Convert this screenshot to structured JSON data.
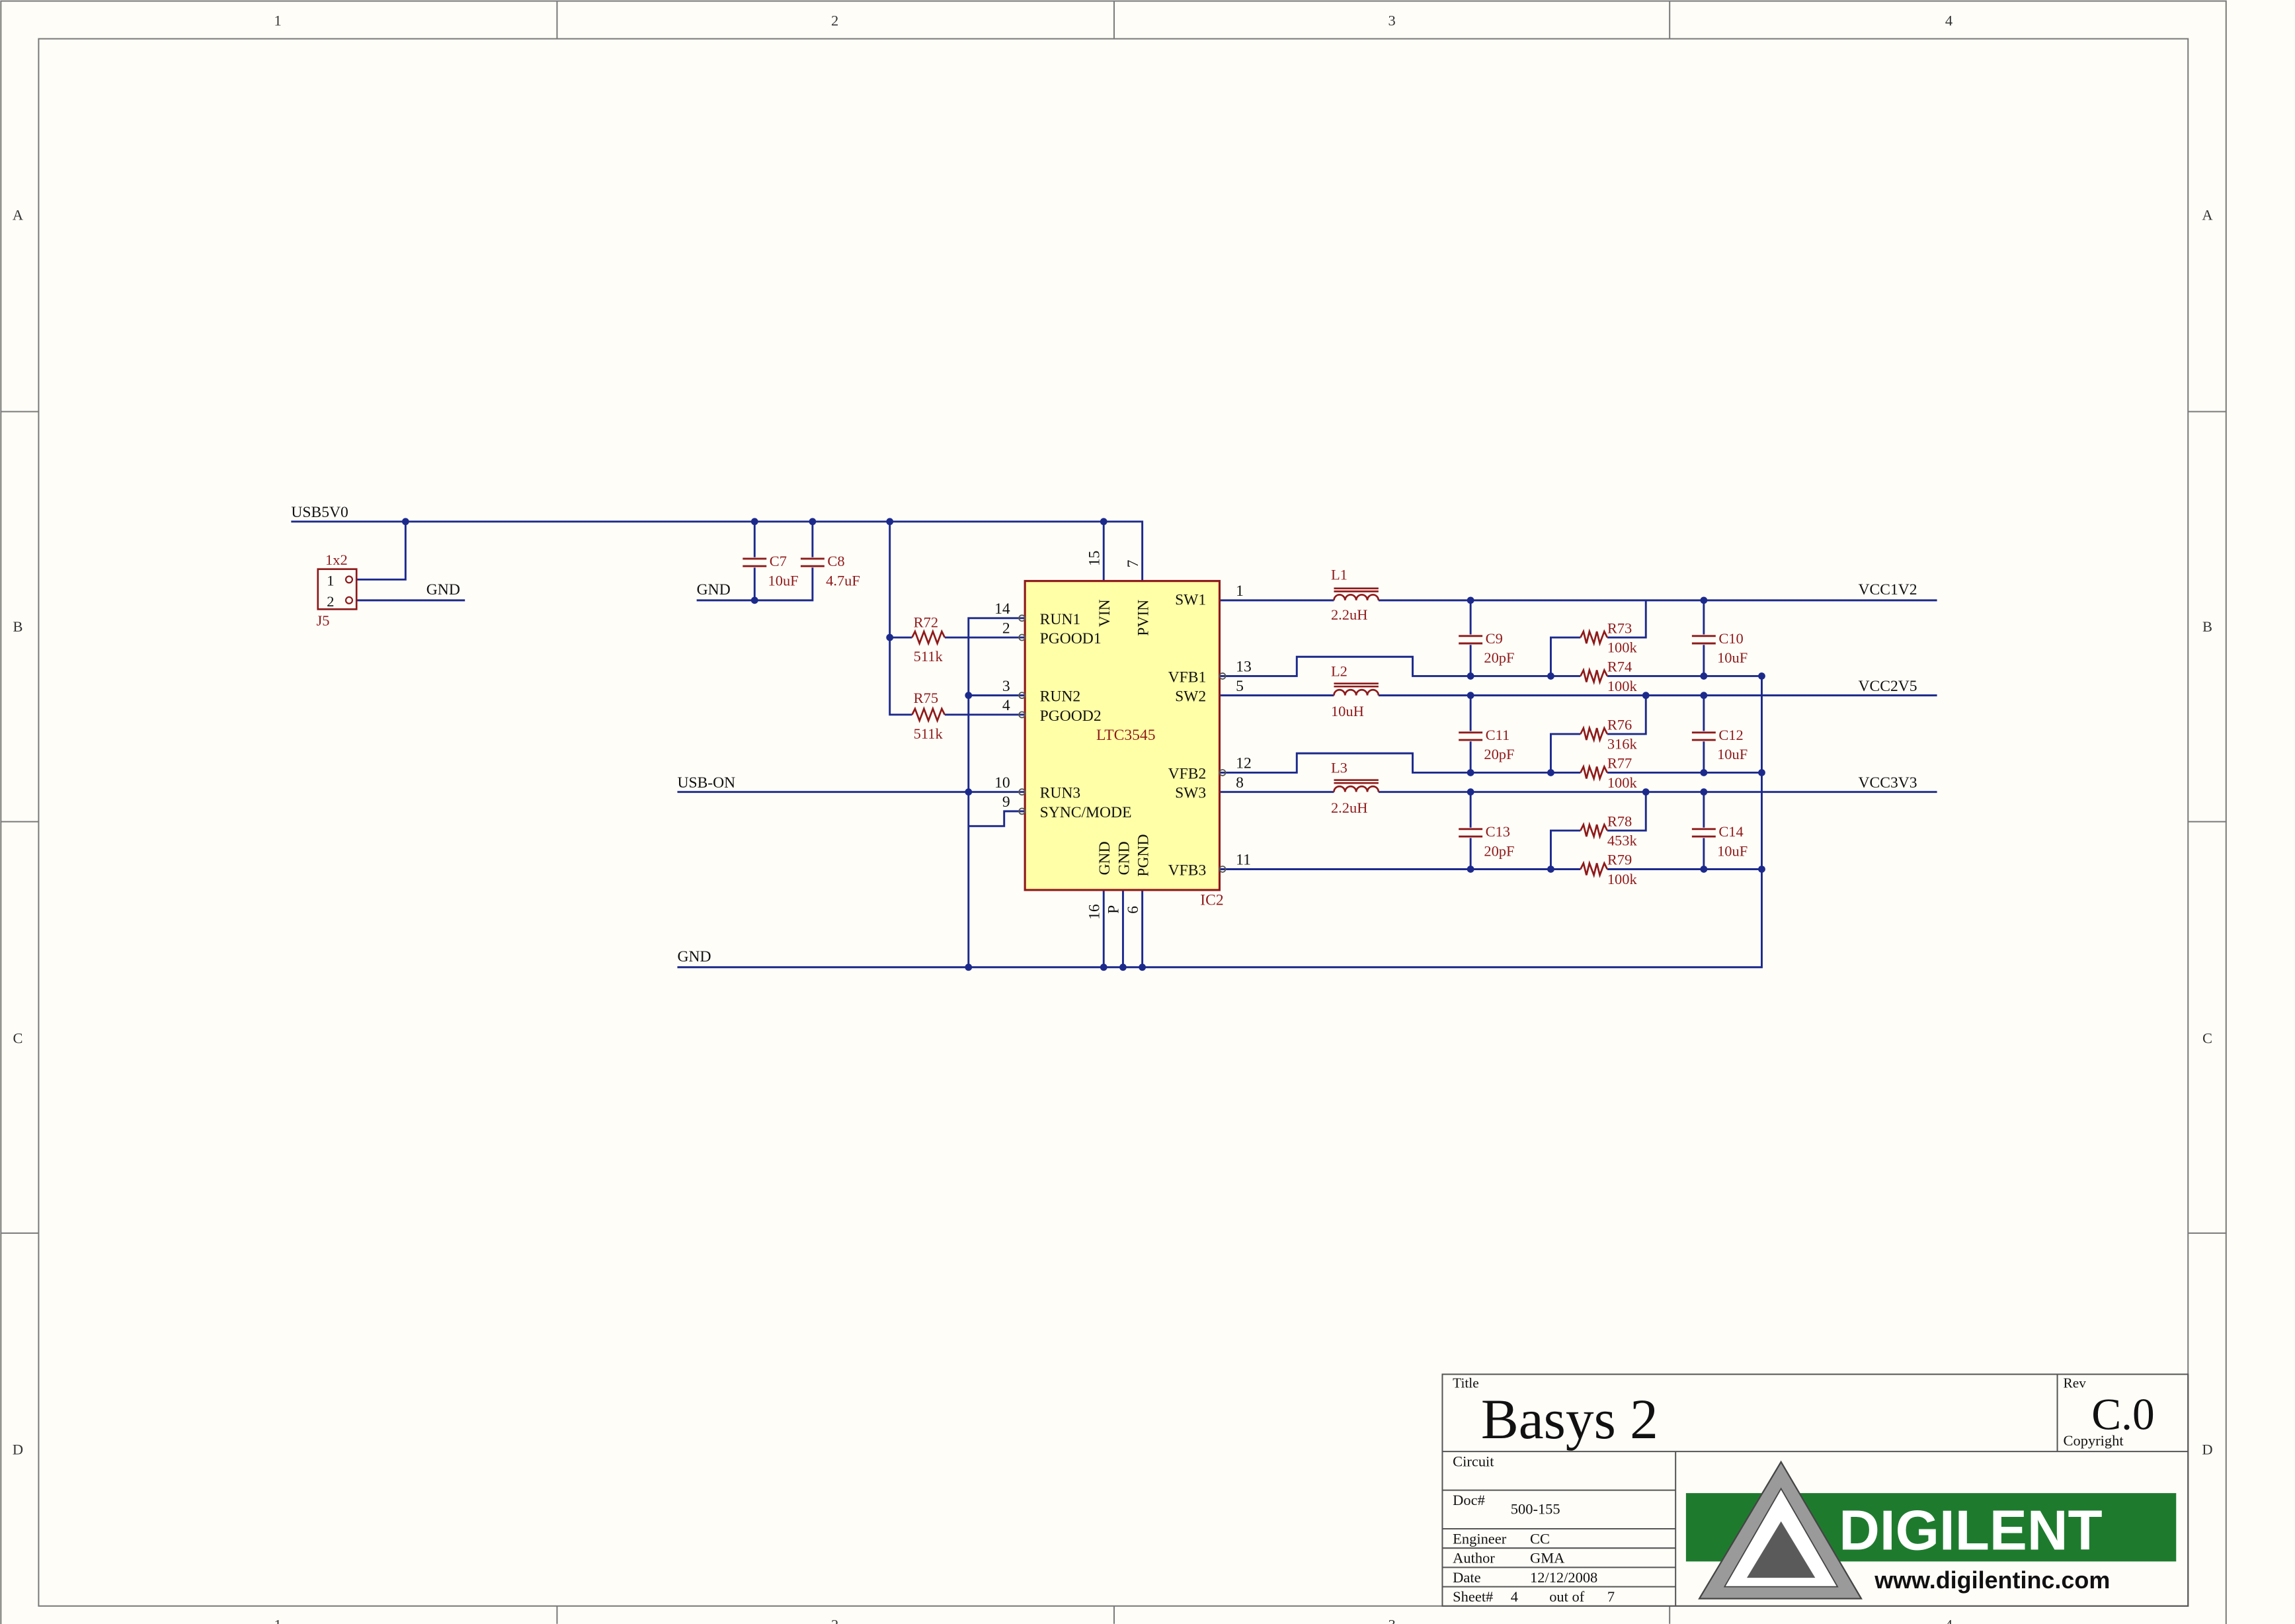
{
  "frame": {
    "columns": [
      "1",
      "2",
      "3",
      "4"
    ],
    "rows": [
      "A",
      "B",
      "C",
      "D"
    ]
  },
  "nets": {
    "usb5v0": "USB5V0",
    "gnd": "GND",
    "usb_on": "USB-ON",
    "vcc1v2": "VCC1V2",
    "vcc2v5": "VCC2V5",
    "vcc3v3": "VCC3V3"
  },
  "connector": {
    "ref": "J5",
    "value": "1x2",
    "pins": [
      "1",
      "2"
    ]
  },
  "ic": {
    "ref": "IC2",
    "part": "LTC3545",
    "left_pins": [
      {
        "num": "14",
        "name": "RUN1"
      },
      {
        "num": "2",
        "name": "PGOOD1"
      },
      {
        "num": "3",
        "name": "RUN2"
      },
      {
        "num": "4",
        "name": "PGOOD2"
      },
      {
        "num": "10",
        "name": "RUN3"
      },
      {
        "num": "9",
        "name": "SYNC/MODE"
      }
    ],
    "top_pins": [
      {
        "num": "15",
        "name": "VIN"
      },
      {
        "num": "7",
        "name": "PVIN"
      }
    ],
    "right_pins": [
      {
        "num": "1",
        "name": "SW1"
      },
      {
        "num": "13",
        "name": "VFB1"
      },
      {
        "num": "5",
        "name": "SW2"
      },
      {
        "num": "12",
        "name": "VFB2"
      },
      {
        "num": "8",
        "name": "SW3"
      },
      {
        "num": "11",
        "name": "VFB3"
      }
    ],
    "bottom_pins": [
      {
        "num": "16",
        "name": "GND"
      },
      {
        "num": "P",
        "name": "GND"
      },
      {
        "num": "6",
        "name": "PGND"
      }
    ]
  },
  "components": {
    "c7": {
      "ref": "C7",
      "value": "10uF"
    },
    "c8": {
      "ref": "C8",
      "value": "4.7uF"
    },
    "r72": {
      "ref": "R72",
      "value": "511k"
    },
    "r75": {
      "ref": "R75",
      "value": "511k"
    },
    "l1": {
      "ref": "L1",
      "value": "2.2uH"
    },
    "l2": {
      "ref": "L2",
      "value": "10uH"
    },
    "l3": {
      "ref": "L3",
      "value": "2.2uH"
    },
    "c9": {
      "ref": "C9",
      "value": "20pF"
    },
    "c11": {
      "ref": "C11",
      "value": "20pF"
    },
    "c13": {
      "ref": "C13",
      "value": "20pF"
    },
    "r73": {
      "ref": "R73",
      "value": "100k"
    },
    "r74": {
      "ref": "R74",
      "value": "100k"
    },
    "r76": {
      "ref": "R76",
      "value": "316k"
    },
    "r77": {
      "ref": "R77",
      "value": "100k"
    },
    "r78": {
      "ref": "R78",
      "value": "453k"
    },
    "r79": {
      "ref": "R79",
      "value": "100k"
    },
    "c10": {
      "ref": "C10",
      "value": "10uF"
    },
    "c12": {
      "ref": "C12",
      "value": "10uF"
    },
    "c14": {
      "ref": "C14",
      "value": "10uF"
    }
  },
  "title_block": {
    "title_label": "Title",
    "title": "Basys 2",
    "rev_label": "Rev",
    "rev": "C.0",
    "copyright_label": "Copyright",
    "circuit_label": "Circuit",
    "doc_label": "Doc#",
    "doc": "500-155",
    "engineer_label": "Engineer",
    "engineer": "CC",
    "author_label": "Author",
    "author": "GMA",
    "date_label": "Date",
    "date": "12/12/2008",
    "sheet_label": "Sheet#",
    "sheet": "4",
    "out_of_label": "out of",
    "total": "7",
    "logo_text": "DIGILENT",
    "logo_url": "www.digilentinc.com"
  },
  "colors": {
    "wire": "#1c2a8c",
    "component": "#8e1a1a",
    "ic_fill": "#ffffa8",
    "frame": "#7a7a7a",
    "logo_green": "#1e7b2e"
  }
}
